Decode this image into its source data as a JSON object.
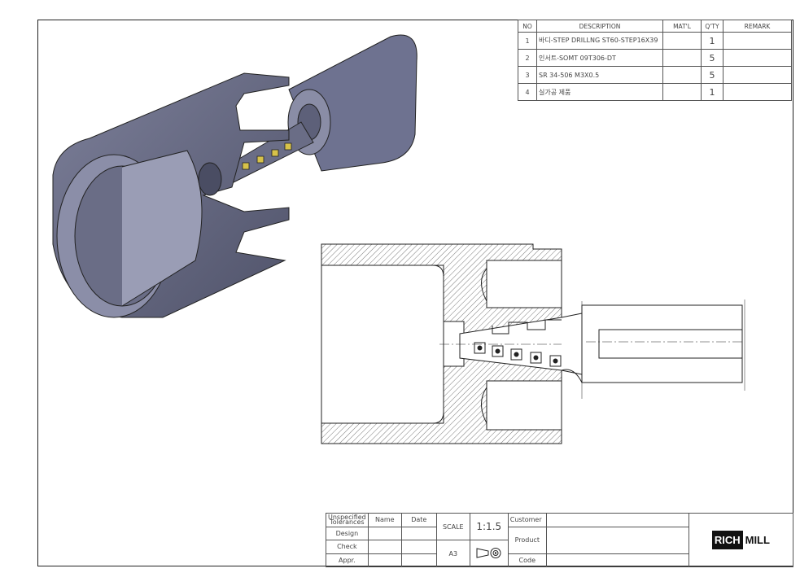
{
  "bom": {
    "headers": [
      "NO",
      "DESCRIPTION",
      "MAT'L",
      "Q'TY",
      "REMARK"
    ],
    "rows": [
      {
        "no": "1",
        "description": "바디-STEP DRILLNG ST60-STEP16X39",
        "material": "",
        "qty": "1",
        "remark": ""
      },
      {
        "no": "2",
        "description": "인서트-SOMT 09T306-DT",
        "material": "",
        "qty": "5",
        "remark": ""
      },
      {
        "no": "3",
        "description": "SR 34-506 M3X0.5",
        "material": "",
        "qty": "5",
        "remark": ""
      },
      {
        "no": "4",
        "description": "실가공 제품",
        "material": "",
        "qty": "1",
        "remark": ""
      }
    ]
  },
  "title_block": {
    "tolerances_label": "Unspecified Tolerances",
    "name_label": "Name",
    "date_label": "Date",
    "design_label": "Design",
    "check_label": "Check",
    "approve_label": "Appr.",
    "scale_label": "SCALE",
    "scale_value": "1:1.5",
    "sheet_size": "A3",
    "customer_label": "Customer",
    "product_label": "Product",
    "code_label": "Code",
    "logo_text_left": "RICH",
    "logo_text_right": "MILL"
  }
}
